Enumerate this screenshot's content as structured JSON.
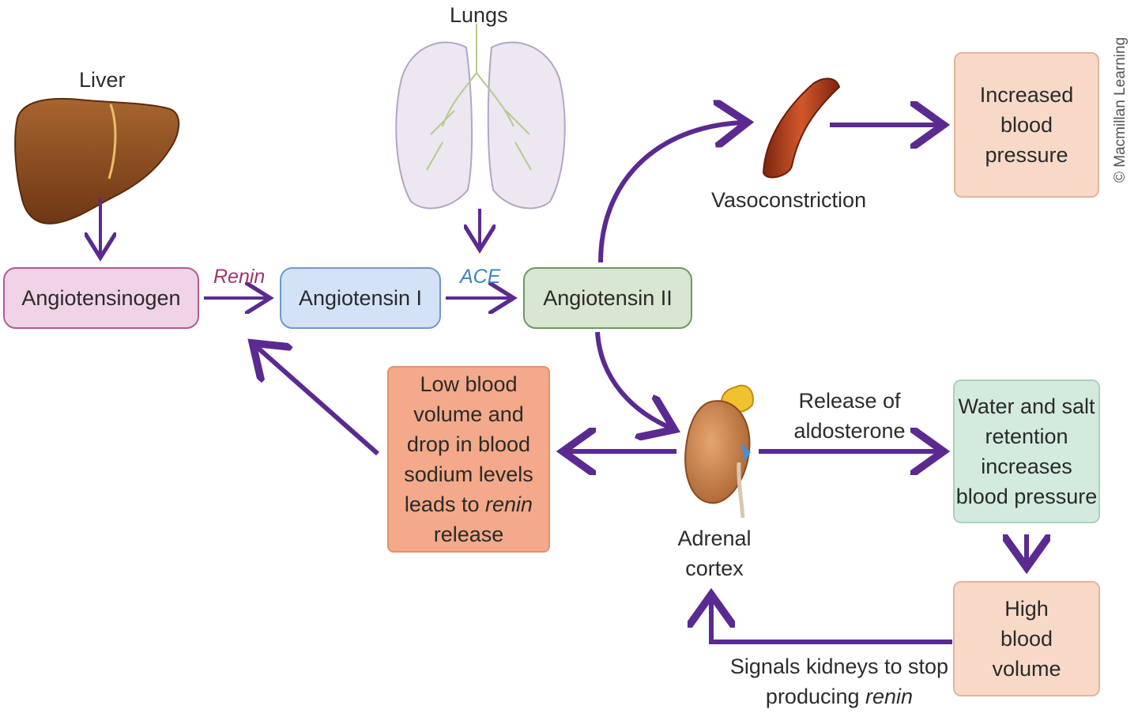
{
  "organs": {
    "liver": "Liver",
    "lungs": "Lungs",
    "adrenal_cortex": [
      "Adrenal",
      "cortex"
    ]
  },
  "enzymes": {
    "renin": "Renin",
    "ace": "ACE"
  },
  "nodes": {
    "angiotensinogen": "Angiotensinogen",
    "angiotensin_1": "Angiotensin I",
    "angiotensin_2": "Angiotensin II",
    "vasoconstriction": "Vasoconstriction",
    "increased_bp": [
      "Increased",
      "blood",
      "pressure"
    ],
    "release_aldosterone": [
      "Release of",
      "aldosterone"
    ],
    "water_salt": [
      "Water and salt",
      "retention",
      "increases",
      "blood pressure"
    ],
    "high_volume": [
      "High",
      "blood",
      "volume"
    ],
    "low_volume": [
      "Low blood",
      "volume and",
      "drop in blood",
      "sodium levels",
      "leads to",
      "renin",
      "release"
    ],
    "signals": [
      "Signals kidneys to stop",
      "producing",
      "renin"
    ]
  },
  "credit": "© Macmillan Learning",
  "colors": {
    "arrow": "#5a2a91",
    "renin_text": "#a3336f",
    "ace_text": "#3b82c4",
    "liver": "#8a4a1f",
    "kidney": "#c9864f",
    "adrenal": "#f2c12e",
    "vessel": "#b8401c"
  }
}
